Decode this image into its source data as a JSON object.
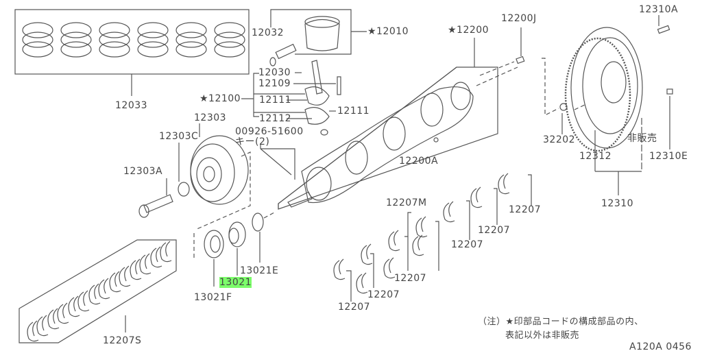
{
  "labels": {
    "p12033": "12033",
    "p12032": "12032",
    "p12010": "★12010",
    "p12030": "12030",
    "p12109": "12109",
    "p12100": "★12100",
    "p12111a": "12111",
    "p12111b": "12111",
    "p12112": "12112",
    "p12303": "12303",
    "p00926": "00926-51600",
    "key2": "キー(2)",
    "p12303C": "12303C",
    "p12303A": "12303A",
    "p12200": "★12200",
    "p12200J": "12200J",
    "p12310A": "12310A",
    "p32202": "32202",
    "notForSale": "非販売",
    "p12312": "12312",
    "p12310E": "12310E",
    "p12310": "12310",
    "p12200A": "12200A",
    "p12207M": "12207M",
    "p12207_1": "12207",
    "p12207_2": "12207",
    "p12207_3": "12207",
    "p12207_4": "12207",
    "p12207_5": "12207",
    "p12207_6": "12207",
    "p13021E": "13021E",
    "p13021": "13021",
    "p13021F": "13021F",
    "p12207S": "12207S"
  },
  "note": {
    "line1": "（注）★印部品コードの構成部品の内、",
    "line2": "表記以外は非販売"
  },
  "diagram_id": "A120A 0456",
  "highlight_color": "#7cfc6a"
}
